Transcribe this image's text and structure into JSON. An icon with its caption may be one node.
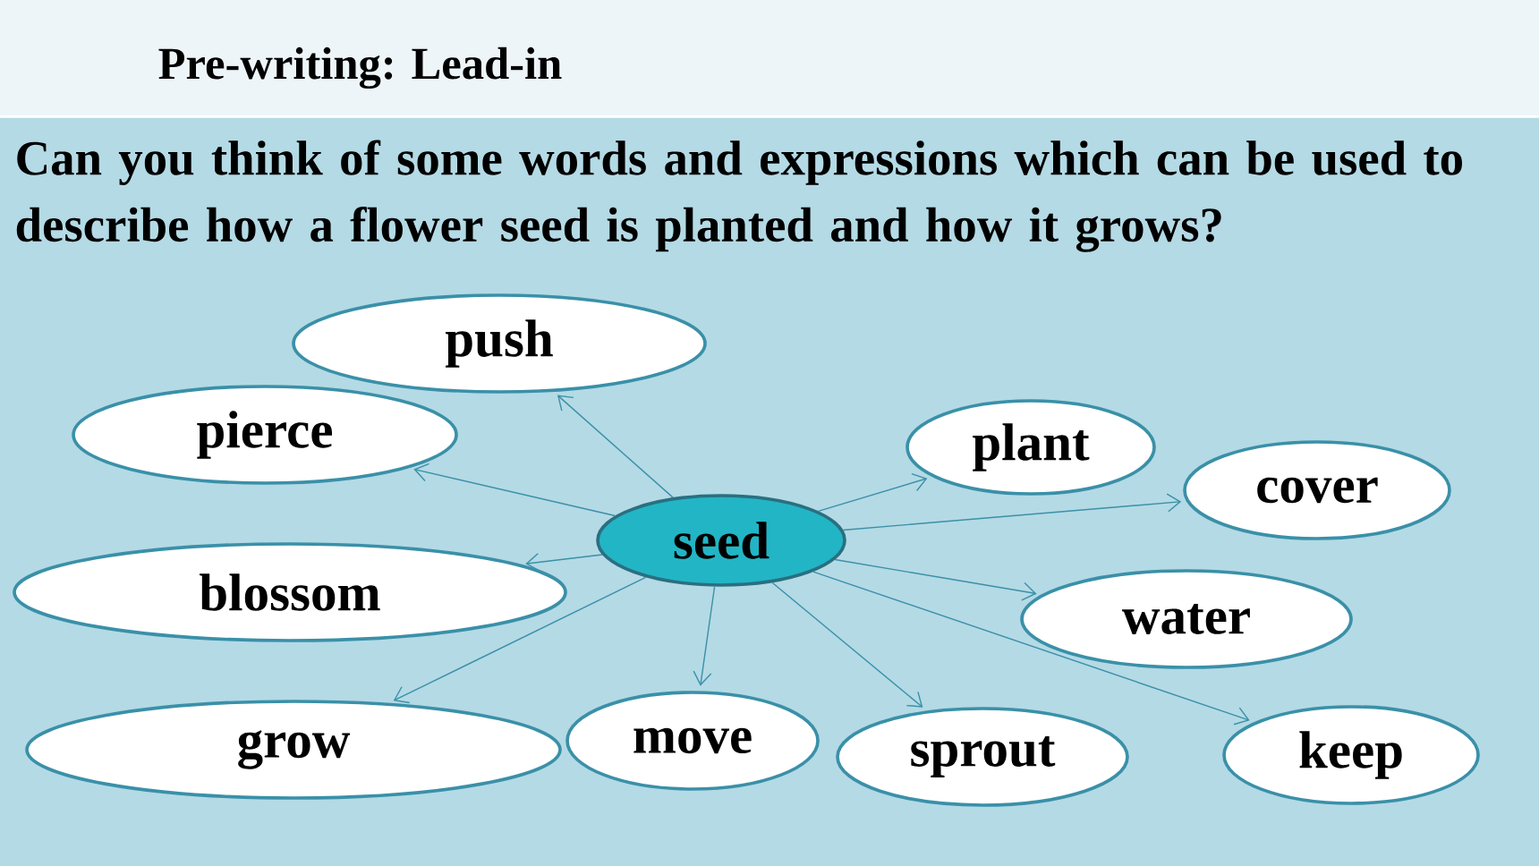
{
  "diagram": {
    "title": "Pre-writing: Lead-in",
    "nodes": [
      {
        "text": [
          "seed"
        ]
      },
      {
        "text": [
          "push"
        ]
      },
      {
        "text": [
          "pierce"
        ]
      },
      {
        "text": [
          "plant"
        ]
      },
      {
        "text": [
          "cover"
        ]
      },
      {
        "text": [
          "blossom"
        ]
      },
      {
        "text": [
          "water"
        ]
      },
      {
        "text": [
          "grow"
        ]
      },
      {
        "text": [
          "move"
        ]
      },
      {
        "text": [
          "sprout"
        ]
      },
      {
        "text": [
          "keep"
        ]
      }
    ],
    "edges": [
      {
        "from": 0,
        "to": 1,
        "arrow": "to"
      },
      {
        "from": 0,
        "to": 2,
        "arrow": "to"
      },
      {
        "from": 0,
        "to": 3,
        "arrow": "to"
      },
      {
        "from": 0,
        "to": 4,
        "arrow": "to"
      },
      {
        "from": 0,
        "to": 5,
        "arrow": "to"
      },
      {
        "from": 0,
        "to": 6,
        "arrow": "to"
      },
      {
        "from": 0,
        "to": 7,
        "arrow": "to"
      },
      {
        "from": 0,
        "to": 8,
        "arrow": "to"
      },
      {
        "from": 0,
        "to": 9,
        "arrow": "to"
      },
      {
        "from": 0,
        "to": 10,
        "arrow": "to"
      }
    ],
    "labels": [
      "Can you think of some words and expressions which can be used to describe how a flower seed is planted and how it grows?"
    ]
  }
}
